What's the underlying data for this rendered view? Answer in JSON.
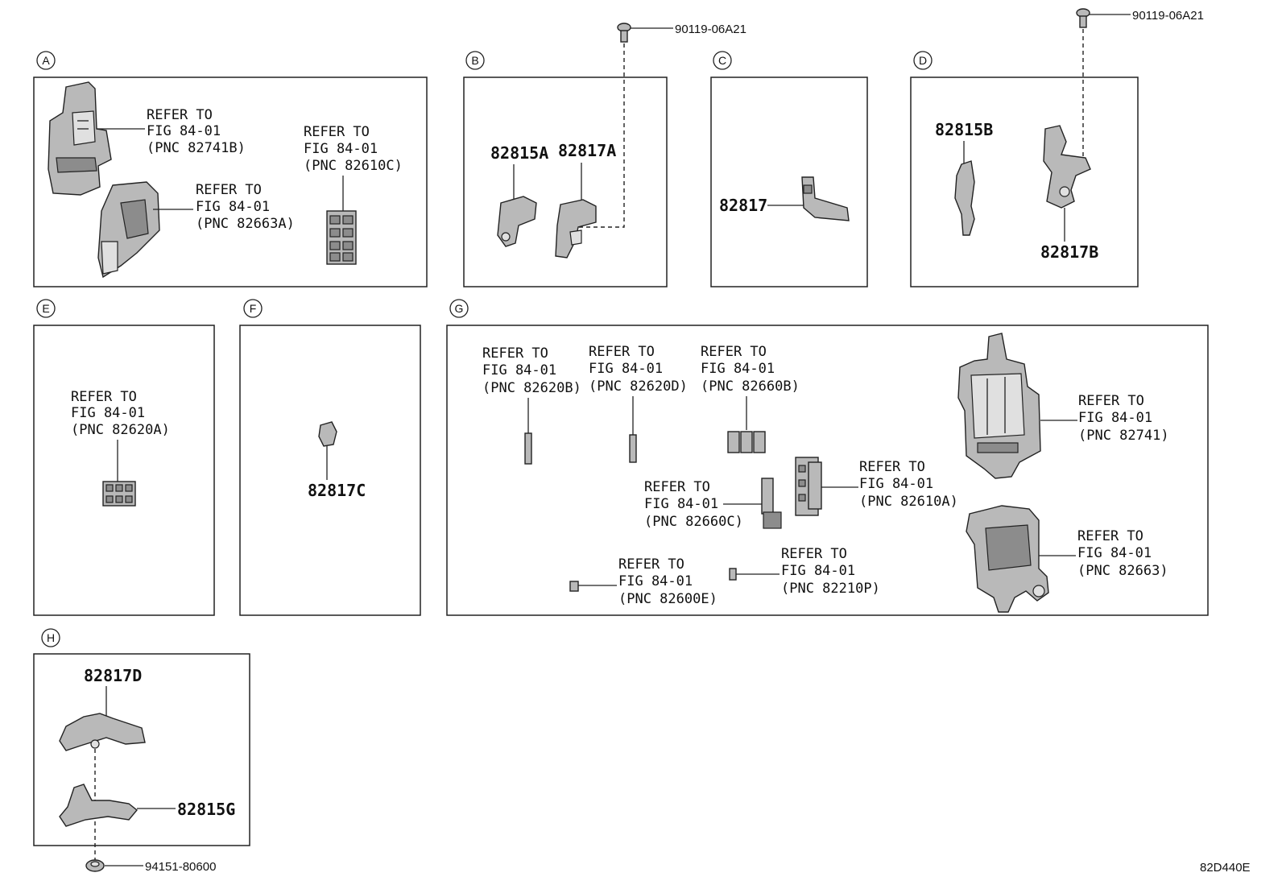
{
  "sections": {
    "A": {
      "letter": "A",
      "ref1": {
        "l1": "REFER TO",
        "l2": "FIG 84-01",
        "l3": "(PNC 82741B)"
      },
      "ref2": {
        "l1": "REFER TO",
        "l2": "FIG 84-01",
        "l3": "(PNC 82663A)"
      },
      "ref3": {
        "l1": "REFER TO",
        "l2": "FIG 84-01",
        "l3": "(PNC 82610C)"
      }
    },
    "B": {
      "letter": "B",
      "p1": "82815A",
      "p2": "82817A",
      "bolt": "90119-06A21"
    },
    "C": {
      "letter": "C",
      "p1": "82817"
    },
    "D": {
      "letter": "D",
      "p1": "82815B",
      "p2": "82817B",
      "bolt": "90119-06A21"
    },
    "E": {
      "letter": "E",
      "ref1": {
        "l1": "REFER TO",
        "l2": "FIG 84-01",
        "l3": "(PNC 82620A)"
      }
    },
    "F": {
      "letter": "F",
      "p1": "82817C"
    },
    "G": {
      "letter": "G",
      "r1": {
        "l1": "REFER TO",
        "l2": "FIG 84-01",
        "l3": "(PNC 82620B)"
      },
      "r2": {
        "l1": "REFER TO",
        "l2": "FIG 84-01",
        "l3": "(PNC 82620D)"
      },
      "r3": {
        "l1": "REFER TO",
        "l2": "FIG 84-01",
        "l3": "(PNC 82660B)"
      },
      "r4": {
        "l1": "REFER TO",
        "l2": "FIG 84-01",
        "l3": "(PNC 82741)"
      },
      "r5": {
        "l1": "REFER TO",
        "l2": "FIG 84-01",
        "l3": "(PNC 82660C)"
      },
      "r6": {
        "l1": "REFER TO",
        "l2": "FIG 84-01",
        "l3": "(PNC 82610A)"
      },
      "r7": {
        "l1": "REFER TO",
        "l2": "FIG 84-01",
        "l3": "(PNC 82663)"
      },
      "r8": {
        "l1": "REFER TO",
        "l2": "FIG 84-01",
        "l3": "(PNC 82600E)"
      },
      "r9": {
        "l1": "REFER TO",
        "l2": "FIG 84-01",
        "l3": "(PNC 82210P)"
      }
    },
    "H": {
      "letter": "H",
      "p1": "82817D",
      "p2": "82815G",
      "clip": "94151-80600"
    }
  },
  "diagram_code": "82D440E"
}
